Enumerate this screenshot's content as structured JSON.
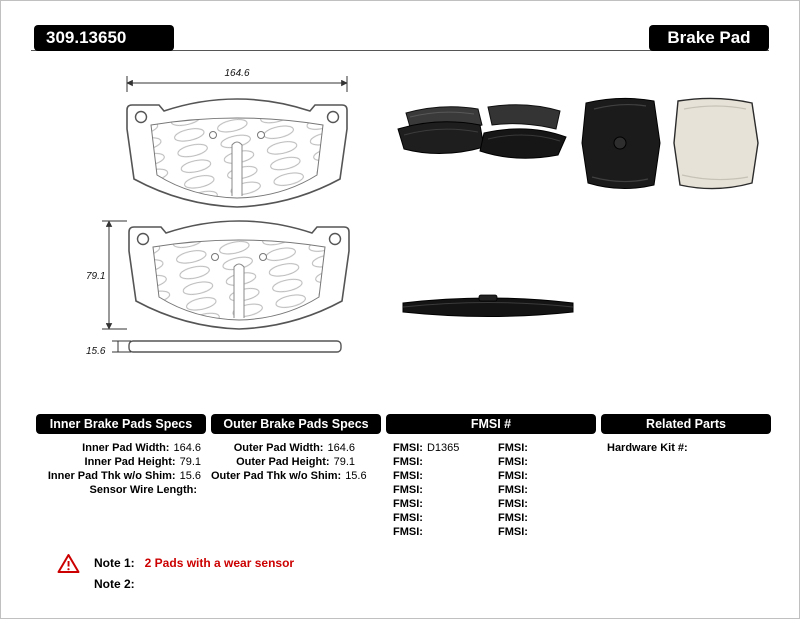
{
  "header": {
    "part_number": "309.13650",
    "product_type": "Brake Pad"
  },
  "drawings": {
    "width_label": "164.6",
    "height_label": "79.1",
    "thickness_label": "15.6"
  },
  "tables": {
    "inner": {
      "title": "Inner Brake Pads Specs",
      "rows": [
        {
          "label": "Inner Pad Width:",
          "value": "164.6"
        },
        {
          "label": "Inner Pad Height:",
          "value": "79.1"
        },
        {
          "label": "Inner Pad Thk w/o Shim:",
          "value": "15.6"
        },
        {
          "label": "Sensor Wire Length:",
          "value": ""
        }
      ]
    },
    "outer": {
      "title": "Outer Brake Pads Specs",
      "rows": [
        {
          "label": "Outer Pad Width:",
          "value": "164.6"
        },
        {
          "label": "Outer Pad Height:",
          "value": "79.1"
        },
        {
          "label": "Outer Pad Thk w/o Shim:",
          "value": "15.6"
        }
      ]
    },
    "fmsi": {
      "title": "FMSI #",
      "rows": [
        {
          "l1": "FMSI:",
          "v1": "D1365",
          "l2": "FMSI:",
          "v2": ""
        },
        {
          "l1": "FMSI:",
          "v1": "",
          "l2": "FMSI:",
          "v2": ""
        },
        {
          "l1": "FMSI:",
          "v1": "",
          "l2": "FMSI:",
          "v2": ""
        },
        {
          "l1": "FMSI:",
          "v1": "",
          "l2": "FMSI:",
          "v2": ""
        },
        {
          "l1": "FMSI:",
          "v1": "",
          "l2": "FMSI:",
          "v2": ""
        },
        {
          "l1": "FMSI:",
          "v1": "",
          "l2": "FMSI:",
          "v2": ""
        },
        {
          "l1": "FMSI:",
          "v1": "",
          "l2": "FMSI:",
          "v2": ""
        }
      ]
    },
    "related": {
      "title": "Related Parts",
      "rows": [
        {
          "label": "Hardware Kit #:",
          "value": ""
        }
      ]
    }
  },
  "notes": {
    "note1_label": "Note 1:",
    "note1_text": "2 Pads with a wear sensor",
    "note2_label": "Note 2:",
    "note2_text": ""
  },
  "colors": {
    "accent_red": "#cc0000",
    "header_black": "#000000"
  }
}
